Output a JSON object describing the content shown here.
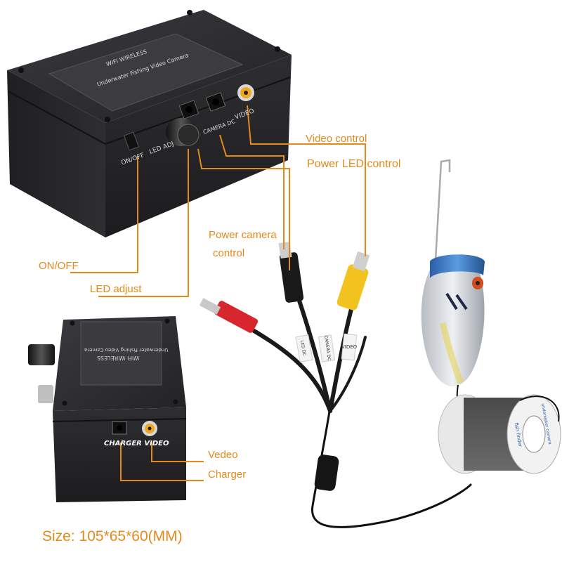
{
  "labels": {
    "video_control": "Video control",
    "power_led_control": "Power LED control",
    "power_camera_control_line1": "Power camera",
    "power_camera_control_line2": "control",
    "on_off": "ON/OFF",
    "led_adjust": "LED adjust",
    "vedeo": "Vedeo",
    "charger": "Charger",
    "size": "Size: 105*65*60(MM)"
  },
  "top_box": {
    "sticker_title": "WIFI WIRELESS",
    "sticker_subtitle": "Underwater Fishing Video Camera",
    "panel_on_off": "ON/OFF",
    "panel_led_adj": "LED ADJ",
    "panel_camera_dc": "CAMERA DC",
    "panel_video": "VIDEO"
  },
  "bottom_box": {
    "sticker_title": "WIFI WIRELESS",
    "sticker_subtitle": "Underwater Fishing Video Camera",
    "panel_labels": "CHARGER VIDEO"
  },
  "cable_tags": {
    "led_dc": "LED DC",
    "camera_dc": "CAMERA DC",
    "video": "VIDEO"
  },
  "spool": {
    "text1": "underwater camera",
    "text2": "fish finder"
  },
  "colors": {
    "annotation": "#e48a1a",
    "box_body": "#2a2a2d",
    "rca_yellow": "#f2c21e",
    "rca_red": "#d8262e",
    "fish_blue": "#2f6fc1",
    "fish_silver": "#c9cdd2"
  }
}
